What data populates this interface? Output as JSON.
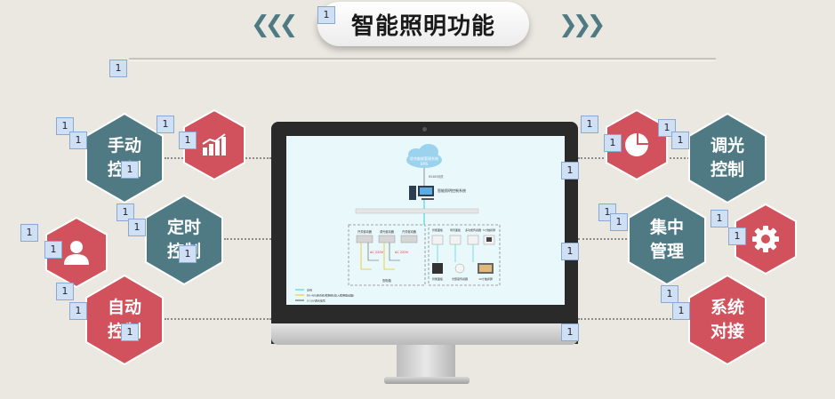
{
  "title": "智能照明功能",
  "decor": {
    "left_chevrons": "❮❮❮",
    "right_chevrons": "❯❯❯"
  },
  "badge_text": "1",
  "colors": {
    "teal": "#4f7a84",
    "red": "#d1515c",
    "background": "#ebe7e1"
  },
  "features": {
    "manual": {
      "line1": "手动",
      "line2": "控制"
    },
    "timer": {
      "line1": "定时",
      "line2": "控制"
    },
    "auto": {
      "line1": "自动",
      "line2": "控制"
    },
    "dimming": {
      "line1": "调光",
      "line2": "控制"
    },
    "central": {
      "line1": "集中",
      "line2": "管理"
    },
    "system": {
      "line1": "系统",
      "line2": "对接"
    }
  },
  "icons": [
    "bar-chart-icon",
    "user-icon",
    "pie-chart-icon",
    "gear-icon"
  ],
  "screen_diagram": {
    "cloud_label": "综合能耗管理系统",
    "cloud_sublabel": "EMS",
    "top_link_label": "RS485网关",
    "pc_label": "智能照明控制系统",
    "module_labels": [
      "开关驱动器",
      "调光驱动器",
      "开关驱动器"
    ],
    "power_labels": [
      "AC 220V",
      "AC 220V"
    ],
    "left_group_label": "配电箱",
    "right_top_labels": [
      "智能面板",
      "场景面板",
      "多功能传感器",
      "5寸触摸屏"
    ],
    "right_bottom_labels": [
      "智能面板",
      "光照度传感器",
      "10寸触摸屏"
    ],
    "legend": [
      "总线",
      "RS-485通讯线/照明线(接入照明驱动器)",
      "0-10V调光信号"
    ]
  }
}
